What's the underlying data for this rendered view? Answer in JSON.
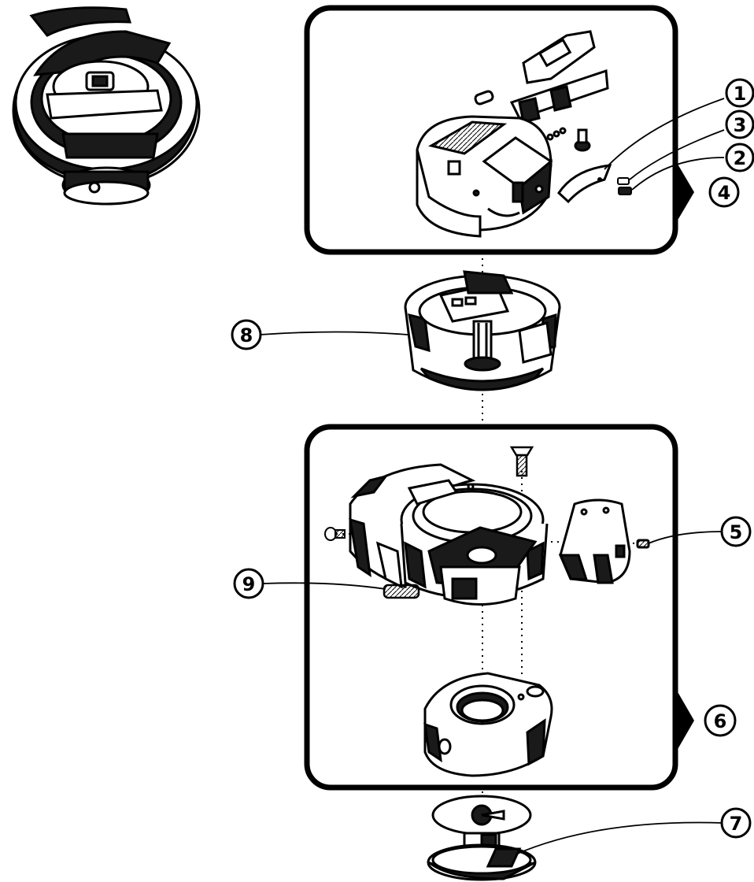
{
  "callouts": [
    {
      "id": "1",
      "label": "1"
    },
    {
      "id": "2",
      "label": "2"
    },
    {
      "id": "3",
      "label": "3"
    },
    {
      "id": "4",
      "label": "4"
    },
    {
      "id": "5",
      "label": "5"
    },
    {
      "id": "6",
      "label": "6"
    },
    {
      "id": "7",
      "label": "7"
    },
    {
      "id": "8",
      "label": "8"
    },
    {
      "id": "9",
      "label": "9"
    }
  ],
  "colors": {
    "ink": "#000000",
    "paper": "#ffffff",
    "shade": "#1a1a1a",
    "mid": "#8a8a8a"
  },
  "icons": [
    "assembled-hook-icon",
    "bobbin-case-latch-icon",
    "bobbin-case-body-icon",
    "bobbin-case-basket-icon",
    "hook-assembly-icon",
    "gib-icon",
    "hook-driver-icon",
    "bobbin-icon",
    "set-screw-icon",
    "arrow-right-icon"
  ]
}
